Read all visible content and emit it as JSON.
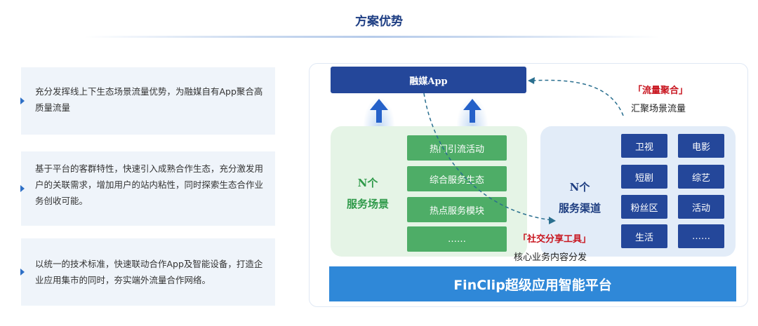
{
  "title": "方案优势",
  "advantages": [
    {
      "text": "充分发挥线上下生态场景流量优势，为融媒自有App聚合高质量流量"
    },
    {
      "text": "基于平台的客群特性，快速引入成熟合作生态，充分激发用户的关联需求，增加用户的站内粘性，同时探索生态合作业务创收可能。"
    },
    {
      "text": "以统一的技术标准，快速联动合作App及智能设备，打造企业应用集市的同时，夯实端外流量合作网络。"
    }
  ],
  "diagram": {
    "app_label": "融媒App",
    "scenes": {
      "label_line1": "N个",
      "label_line2": "服务场景",
      "items": [
        "热门引流活动",
        "综合服务生态",
        "热点服务模块",
        "……"
      ]
    },
    "channels": {
      "label_line1": "N个",
      "label_line2": "服务渠道",
      "items": [
        "卫视",
        "电影",
        "短剧",
        "综艺",
        "粉丝区",
        "活动",
        "生活",
        "……"
      ]
    },
    "flow_aggregation": {
      "title": "「流量聚合」",
      "subtitle": "汇聚场景流量"
    },
    "social_share": {
      "title": "「社交分享工具」",
      "subtitle": "核心业务内容分发"
    },
    "platform_label": "FinClip超级应用智能平台"
  },
  "colors": {
    "navy": "#24479a",
    "green": "#4ead67",
    "platform_blue": "#2f88d8",
    "accent_red": "#c8141e"
  }
}
